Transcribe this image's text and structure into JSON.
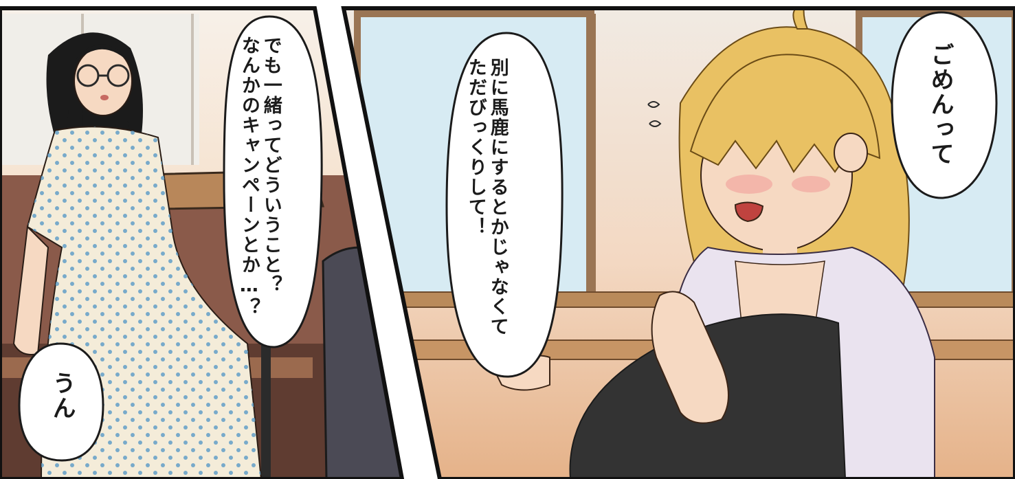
{
  "panels": {
    "left": {
      "bubble_main": {
        "lines": [
          "でも一緒ってどういうこと？",
          "なんかのキャンペーンとか…？"
        ]
      },
      "bubble_small": {
        "text": "うん"
      }
    },
    "right": {
      "bubble_center": {
        "lines": [
          "別に馬鹿にするとかじゃなくて",
          "ただびっくりして！"
        ]
      },
      "bubble_right": {
        "text": "ごめんって"
      }
    }
  },
  "colors": {
    "panel_border": "#111111",
    "hair_blonde": "#e9c163",
    "hair_black": "#1b1b1b",
    "dress": "#f4ecd9",
    "dress_dots": "#6aa3c8",
    "shirt": "#eae3ef",
    "skin": "#f6d9c2",
    "window_sky": "#d7ebf3",
    "wood": "#b98a5a",
    "inner_top": "#333333"
  }
}
